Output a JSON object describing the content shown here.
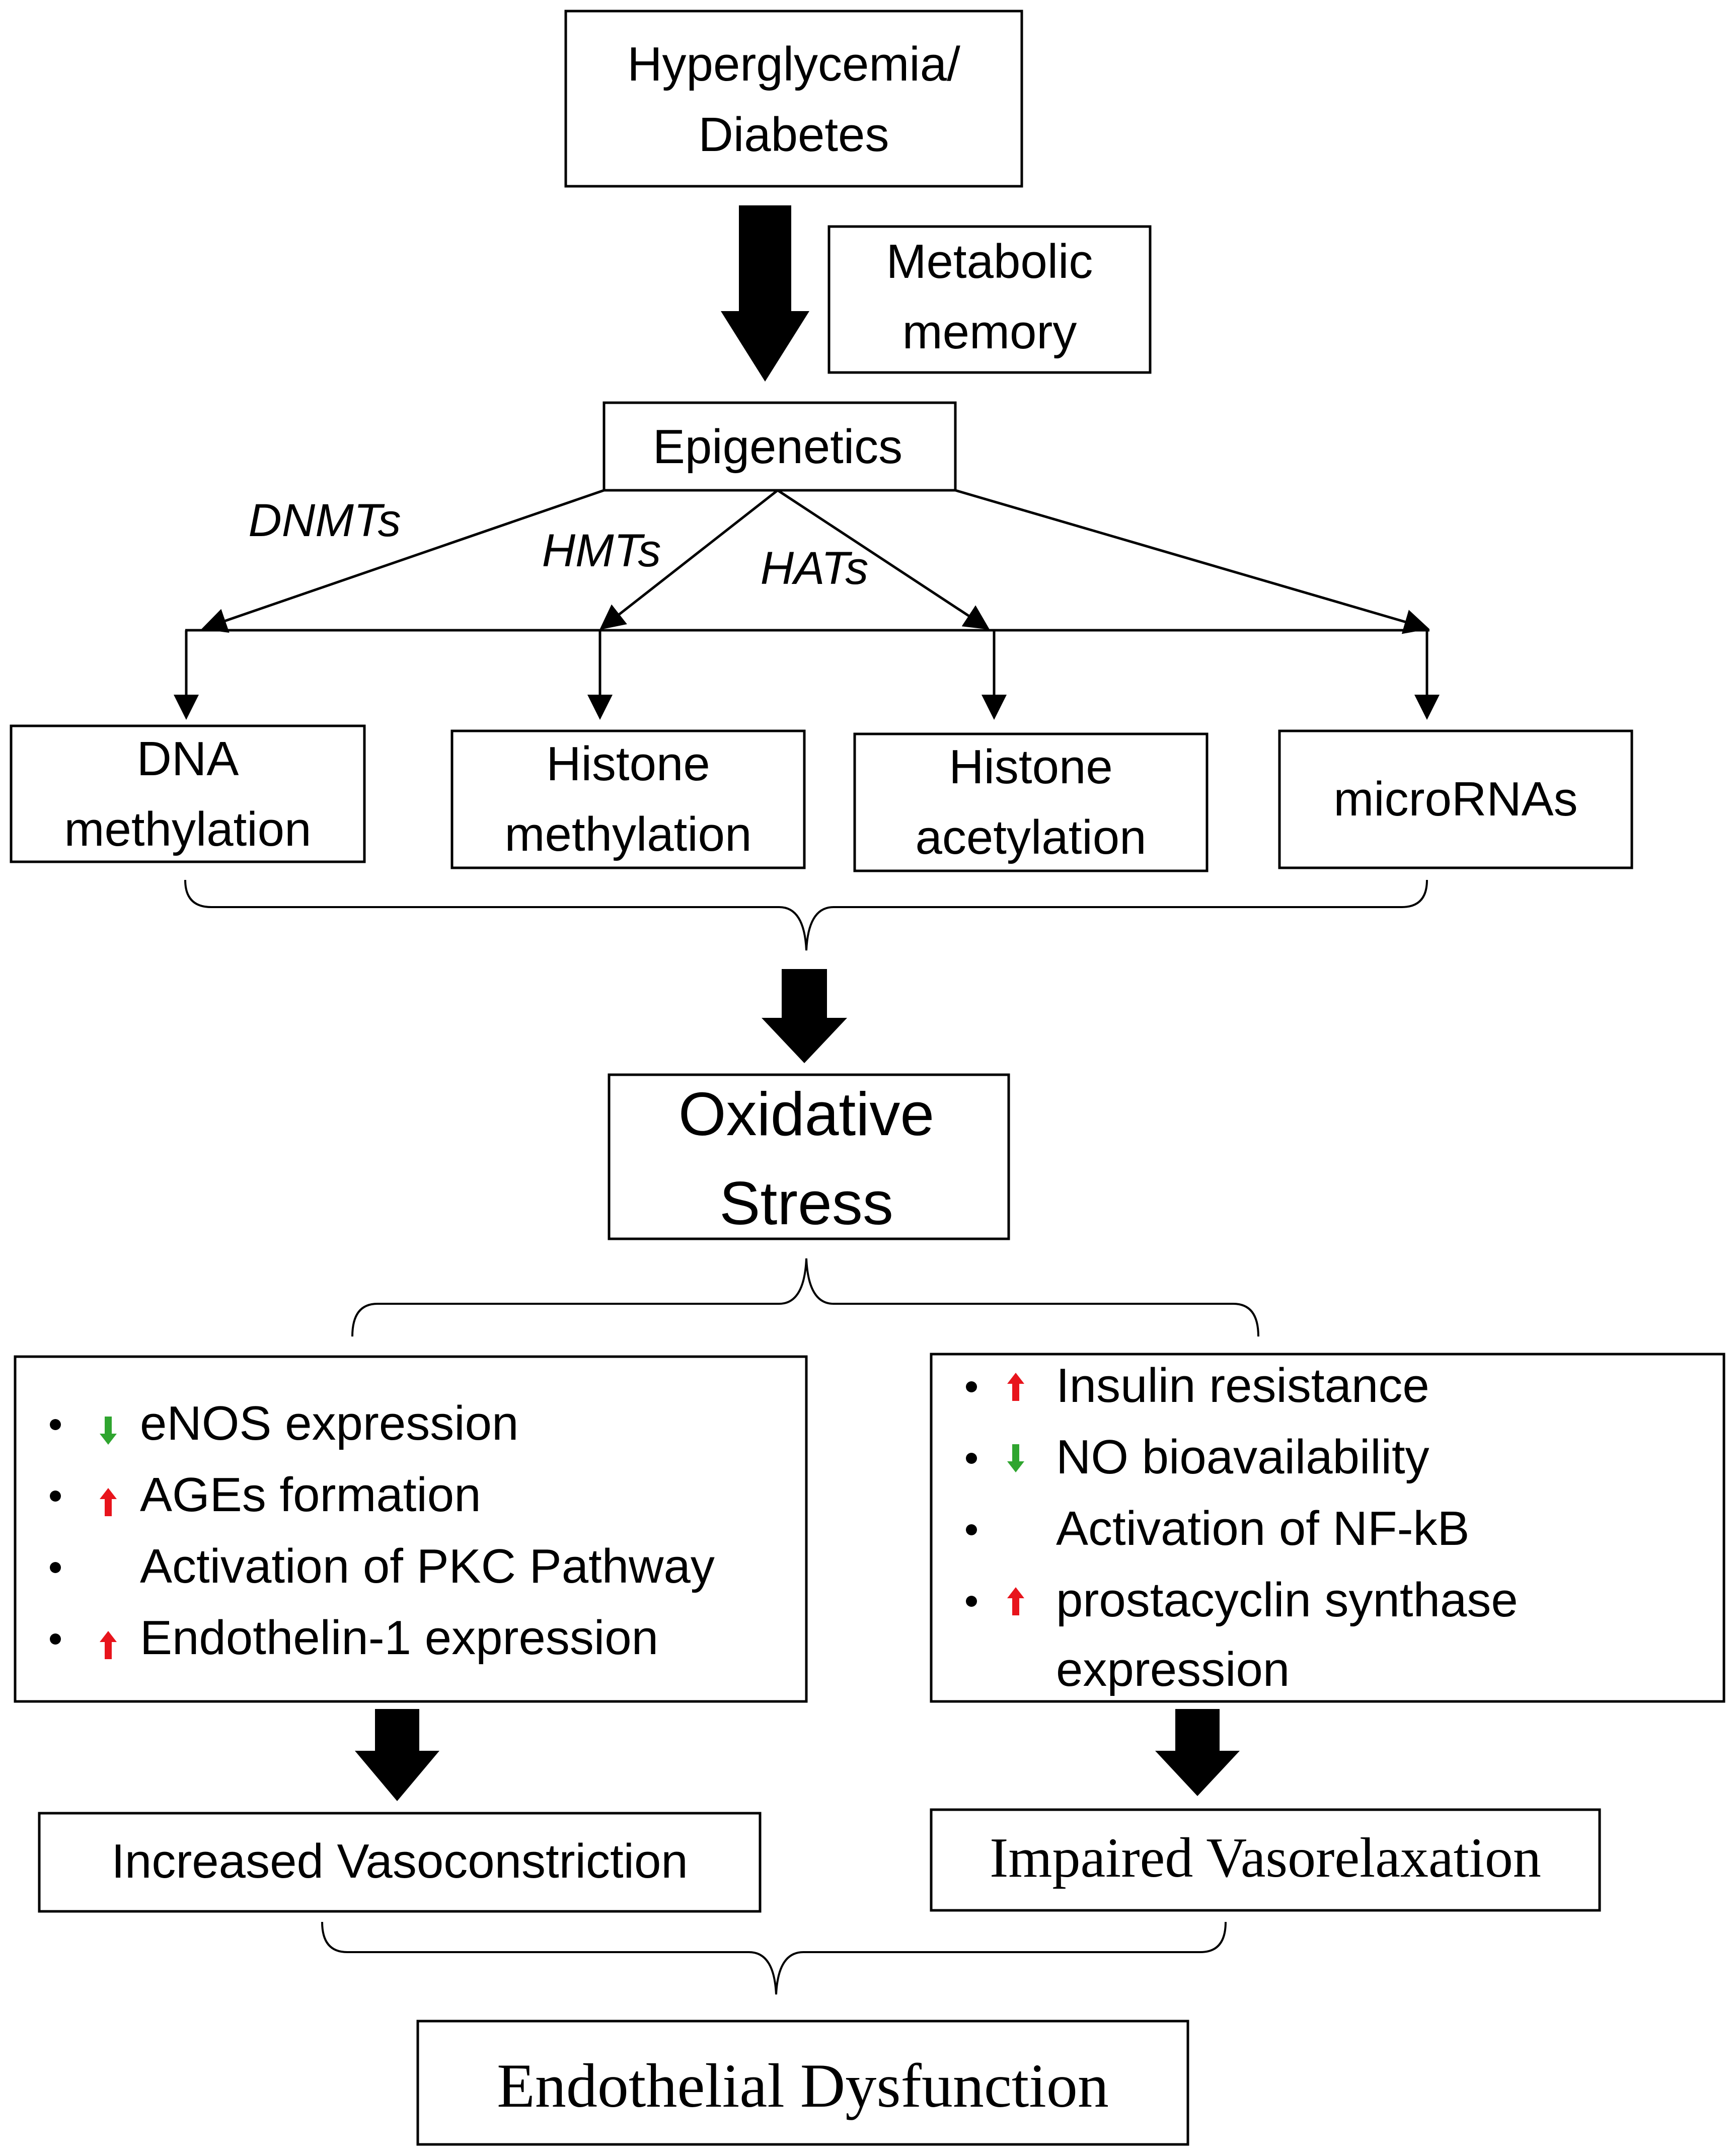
{
  "nodes": {
    "hyperglycemia": [
      "Hyperglycemia/",
      "Diabetes"
    ],
    "metabolic_memory": [
      "Metabolic",
      "memory"
    ],
    "epigenetics": "Epigenetics",
    "dna_methylation": [
      "DNA",
      "methylation"
    ],
    "histone_methylation": [
      "Histone",
      "methylation"
    ],
    "histone_acetylation": [
      "Histone",
      "acetylation"
    ],
    "micrornas": "microRNAs",
    "oxidative_stress": [
      "Oxidative",
      "Stress"
    ],
    "increased_vasoconstriction": "Increased Vasoconstriction",
    "impaired_vasorelaxation": "Impaired Vasorelaxation",
    "endothelial_dysfunction": "Endothelial Dysfunction"
  },
  "edge_labels": {
    "dnmts": "DNMTs",
    "hmts": "HMTs",
    "hats": "HATs"
  },
  "left_list": [
    {
      "direction": "down",
      "text": "eNOS expression"
    },
    {
      "direction": "up",
      "text": "AGEs formation"
    },
    {
      "direction": "none",
      "text": "Activation of PKC Pathway"
    },
    {
      "direction": "up",
      "text": "Endothelin-1 expression"
    }
  ],
  "right_list": [
    {
      "direction": "up",
      "lines": [
        "Insulin resistance"
      ]
    },
    {
      "direction": "down",
      "lines": [
        "NO bioavailability"
      ]
    },
    {
      "direction": "none",
      "lines": [
        "Activation of NF-kB"
      ]
    },
    {
      "direction": "up",
      "lines": [
        "prostacyclin synthase",
        "expression"
      ]
    }
  ],
  "colors": {
    "up_arrow": "#e8141c",
    "down_arrow": "#2fa52f"
  }
}
